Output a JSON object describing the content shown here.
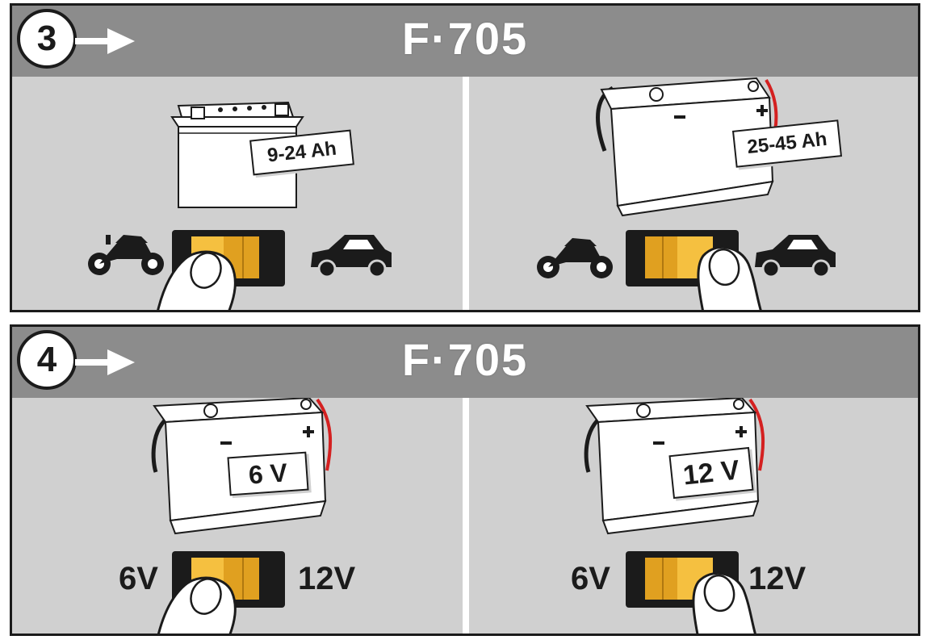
{
  "steps": [
    {
      "number": "3",
      "model": "F·705",
      "left_label": "9-24 Ah",
      "right_label": "25-45 Ah"
    },
    {
      "number": "4",
      "model": "F·705",
      "left_label": "6 V",
      "right_label": "12 V",
      "switch_left_text": "6V",
      "switch_right_text": "12V"
    }
  ],
  "icons": [
    "arrow-right-icon",
    "motorcycle-icon",
    "car-icon",
    "battery-icon",
    "finger-icon",
    "rocker-switch-icon"
  ],
  "colors": {
    "header": "#8c8c8c",
    "panel": "#d0d0d0",
    "switch_orange": "#e0a020",
    "cable_red": "#d42020",
    "frame": "#1b1b1b"
  }
}
